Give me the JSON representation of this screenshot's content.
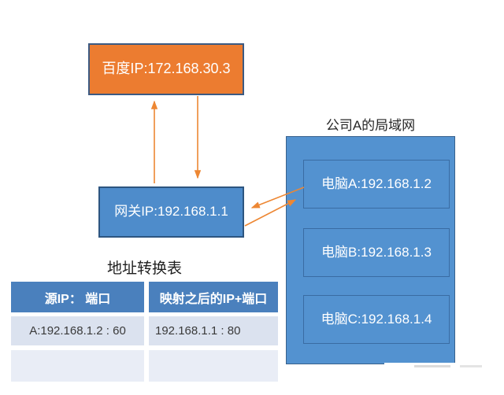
{
  "diagram": {
    "baidu_box": {
      "label": "百度IP:172.168.30.3"
    },
    "gateway_box": {
      "label": "网关IP:192.168.1.1"
    },
    "lan": {
      "title": "公司A的局域网",
      "computers": [
        {
          "label": "电脑A:192.168.1.2"
        },
        {
          "label": "电脑B:192.168.1.3"
        },
        {
          "label": "电脑C:192.168.1.4"
        }
      ]
    },
    "arrows": [
      {
        "name": "gateway-to-baidu",
        "direction": "up"
      },
      {
        "name": "baidu-to-gateway",
        "direction": "down"
      },
      {
        "name": "computer-a-to-gateway",
        "direction": "left-down"
      },
      {
        "name": "gateway-to-computer-a",
        "direction": "right-up"
      }
    ]
  },
  "nat_table": {
    "title": "地址转换表",
    "headers": [
      "源IP： 端口",
      "映射之后的IP+端口"
    ],
    "rows": [
      [
        "A:192.168.1.2 : 60",
        "192.168.1.1 : 80"
      ],
      [
        "",
        ""
      ]
    ]
  },
  "colors": {
    "box_orange": "#ec7c30",
    "box_blue": "#5392d0",
    "gateway_blue": "#4e8ccb",
    "arrow_orange": "#ed8733",
    "table_header_blue": "#4a80bd",
    "table_row_odd": "#dbe2ef",
    "table_row_even": "#e9edf6"
  }
}
